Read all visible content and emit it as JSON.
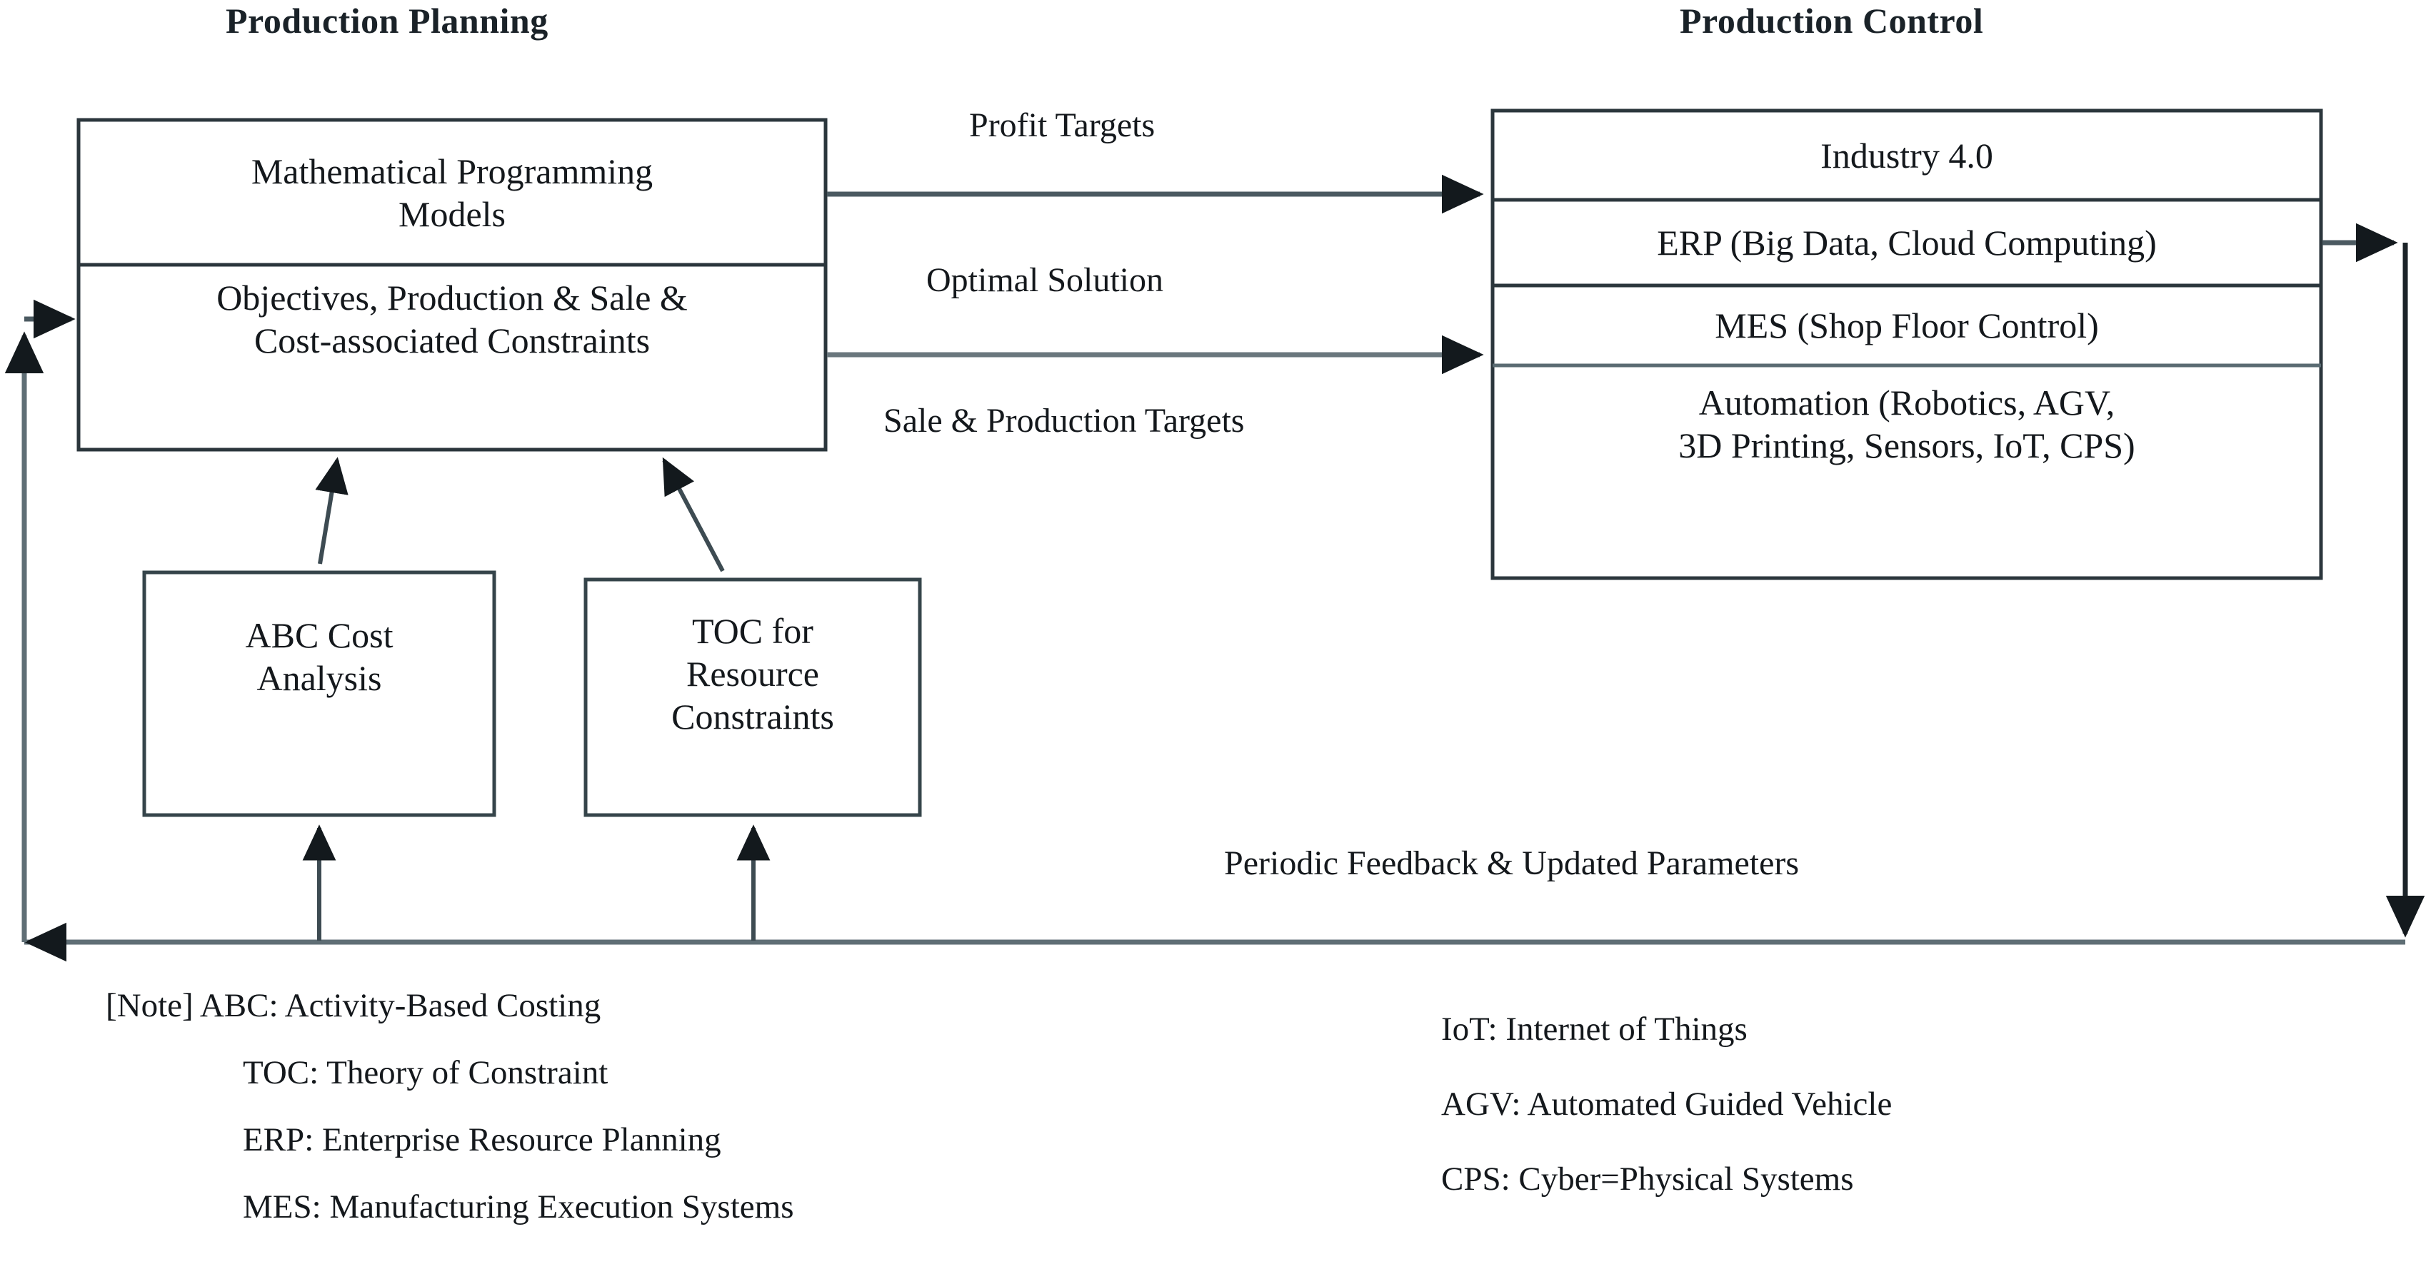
{
  "figure": {
    "headers": {
      "left": "Production Planning",
      "right": "Production Control"
    },
    "planning_box": {
      "top_cell": "Mathematical Programming\nModels",
      "bottom_cell": "Objectives, Production & Sale &\nCost-associated Constraints"
    },
    "control_box": {
      "rows": [
        "Industry 4.0",
        "ERP (Big Data, Cloud Computing)",
        "MES (Shop Floor Control)",
        "Automation (Robotics, AGV,\n3D Printing, Sensors, IoT, CPS)"
      ]
    },
    "support_boxes": [
      {
        "label": "ABC Cost\nAnalysis"
      },
      {
        "label": "TOC for\nResource\nConstraints"
      }
    ],
    "flow_labels": {
      "profit_targets": "Profit Targets",
      "optimal_solution": "Optimal Solution",
      "sale_production_targets": "Sale & Production Targets",
      "periodic_feedback": "Periodic Feedback & Updated Parameters"
    },
    "notes": {
      "left_column": [
        "[Note] ABC: Activity-Based Costing",
        "TOC: Theory of Constraint",
        "ERP: Enterprise Resource Planning",
        "MES: Manufacturing Execution Systems"
      ],
      "right_column": [
        "IoT: Internet of Things",
        "AGV: Automated Guided Vehicle",
        "CPS: Cyber=Physical Systems"
      ]
    },
    "colors": {
      "line": "#3d4b52",
      "line_dark": "#1b2328",
      "text": "#14181c",
      "background": "#ffffff"
    }
  }
}
